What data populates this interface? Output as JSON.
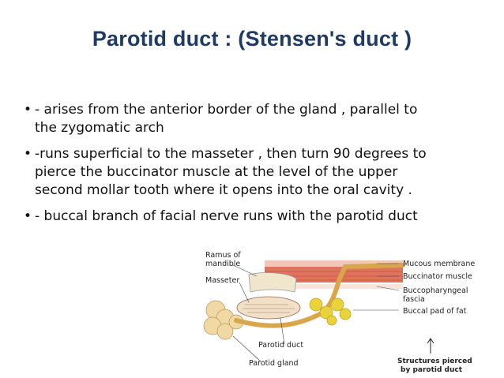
{
  "slide": {
    "title": "Parotid duct : (Stensen's duct )",
    "bullets": [
      {
        "marker": "•",
        "text": "- arises from the anterior border of the gland , parallel to the zygomatic arch"
      },
      {
        "marker": "•",
        "text": "-runs superficial to the masseter , then turn 90 degrees to pierce the buccinator muscle at the level of the upper second mollar tooth where it opens into the oral cavity ."
      },
      {
        "marker": "•",
        "text": "- buccal branch of facial nerve runs with the parotid duct"
      }
    ]
  },
  "figure": {
    "labels": {
      "ramus_line1": "Ramus of",
      "ramus_line2": "mandible",
      "masseter": "Masseter",
      "parotid_duct": "Parotid duct",
      "parotid_gland": "Parotid gland",
      "mucous_membrane": "Mucous membrane",
      "buccinator": "Buccinator muscle",
      "buccopharyngeal_line1": "Buccopharyngeal",
      "buccopharyngeal_line2": "fascia",
      "buccal_pad": "Buccal pad of fat",
      "structures_line1": "Structures pierced",
      "structures_line2": "by parotid duct"
    },
    "colors": {
      "title": "#1f3a63",
      "gland": "#f1d9a6",
      "duct": "#d9a64c",
      "muscle_red": "#e0735d",
      "buccal_fat": "#e9d23a"
    }
  }
}
